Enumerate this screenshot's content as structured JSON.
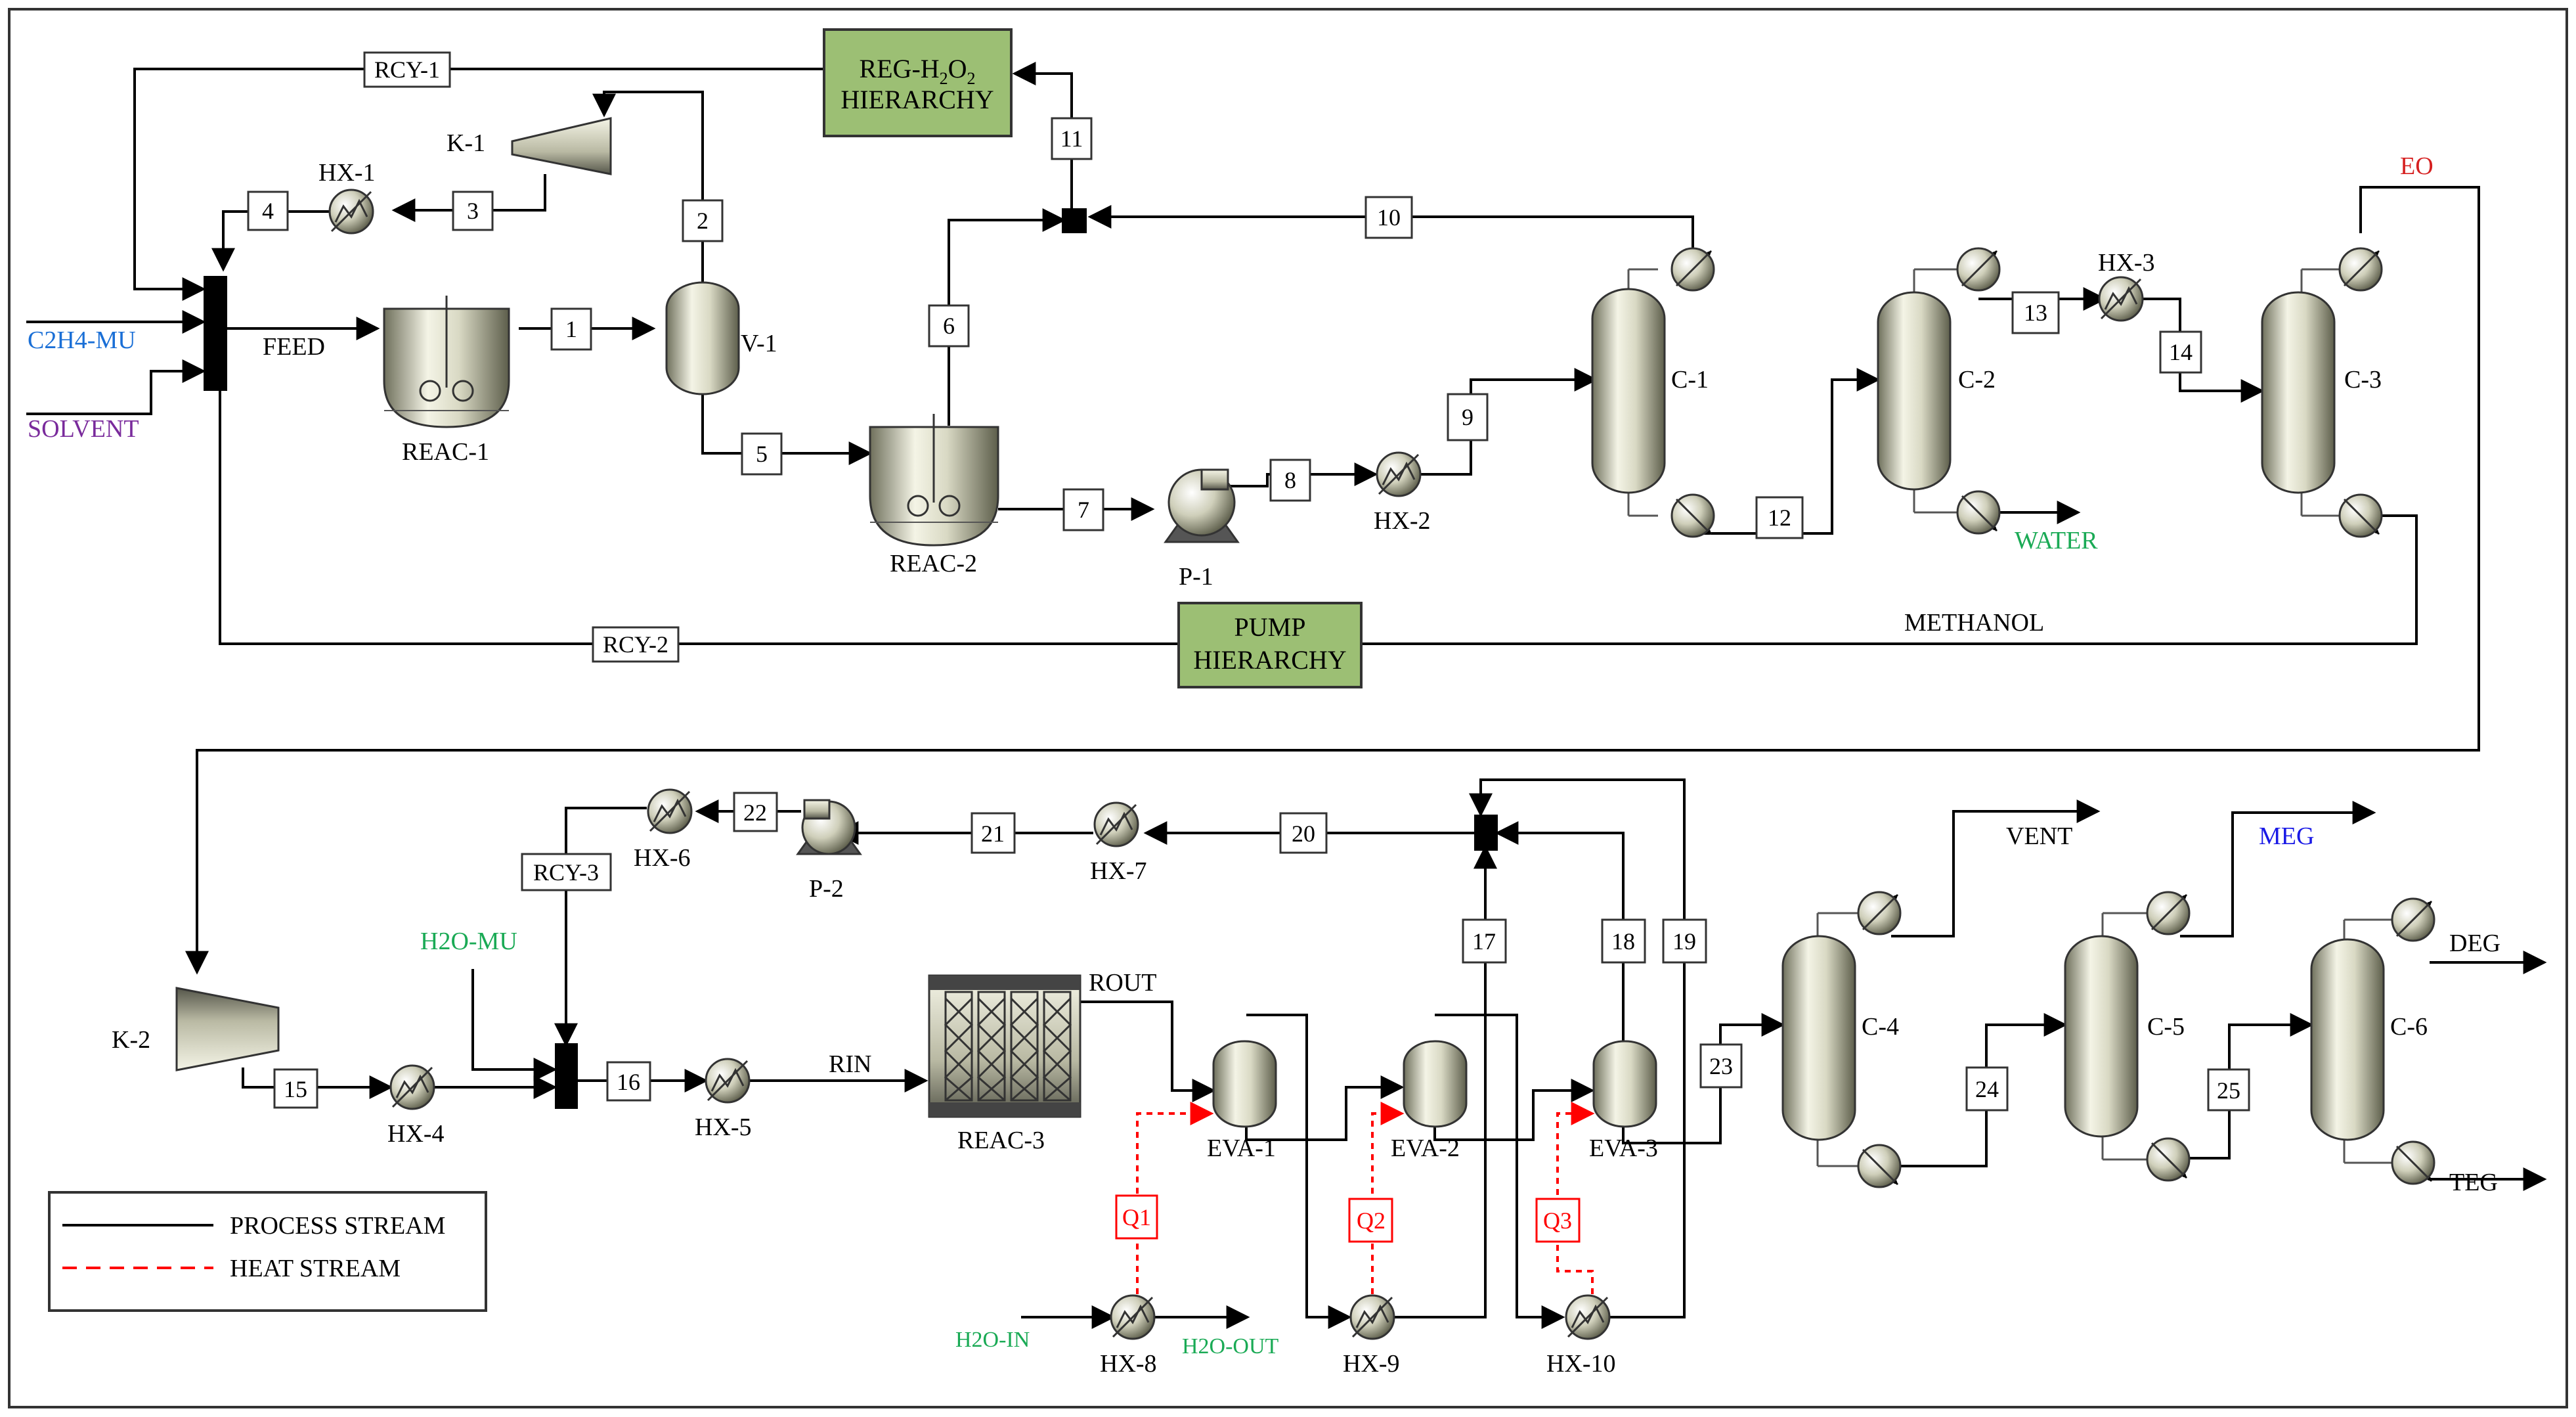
{
  "colors": {
    "process": "#000000",
    "heat": "#ff0000",
    "hierarchy_fill": "#9cbf74",
    "green_label": "#1aaa55",
    "blue_label": "#1a6fd6",
    "purple_label": "#7a2b9c",
    "red_label": "#d62020",
    "meg_label": "#1a1ae6"
  },
  "labels": {
    "c2h4mu": "C2H4-MU",
    "solvent": "SOLVENT",
    "feed": "FEED",
    "eo": "EO",
    "water": "WATER",
    "methanol": "METHANOL",
    "h2omu": "H2O-MU",
    "rout": "ROUT",
    "rin": "RIN",
    "vent": "VENT",
    "meg": "MEG",
    "deg": "DEG",
    "teg": "TEG",
    "h2oin": "H2O-IN",
    "h2oout": "H2O-OUT"
  },
  "hierarchy": {
    "reg_line1": "REG-H",
    "reg_sub1": "2",
    "reg_o": "O",
    "reg_sub2": "2",
    "reg_line2": "HIERARCHY",
    "pump_line1": "PUMP",
    "pump_line2": "HIERARCHY"
  },
  "equipment": {
    "hx1": "HX-1",
    "k1": "K-1",
    "reac1": "REAC-1",
    "v1": "V-1",
    "reac2": "REAC-2",
    "p1": "P-1",
    "hx2": "HX-2",
    "c1": "C-1",
    "c2": "C-2",
    "hx3": "HX-3",
    "c3": "C-3",
    "k2": "K-2",
    "hx4": "HX-4",
    "hx5": "HX-5",
    "hx6": "HX-6",
    "p2": "P-2",
    "hx7": "HX-7",
    "reac3": "REAC-3",
    "eva1": "EVA-1",
    "eva2": "EVA-2",
    "eva3": "EVA-3",
    "hx8": "HX-8",
    "hx9": "HX-9",
    "hx10": "HX-10",
    "c4": "C-4",
    "c5": "C-5",
    "c6": "C-6"
  },
  "streams": {
    "s1": "1",
    "s2": "2",
    "s3": "3",
    "s4": "4",
    "s5": "5",
    "s6": "6",
    "s7": "7",
    "s8": "8",
    "s9": "9",
    "s10": "10",
    "s11": "11",
    "s12": "12",
    "s13": "13",
    "s14": "14",
    "s15": "15",
    "s16": "16",
    "s17": "17",
    "s18": "18",
    "s19": "19",
    "s20": "20",
    "s21": "21",
    "s22": "22",
    "s23": "23",
    "s24": "24",
    "s25": "25",
    "rcy1": "RCY-1",
    "rcy2": "RCY-2",
    "rcy3": "RCY-3",
    "q1": "Q1",
    "q2": "Q2",
    "q3": "Q3"
  },
  "legend": {
    "process": "PROCESS STREAM",
    "heat": "HEAT STREAM"
  }
}
